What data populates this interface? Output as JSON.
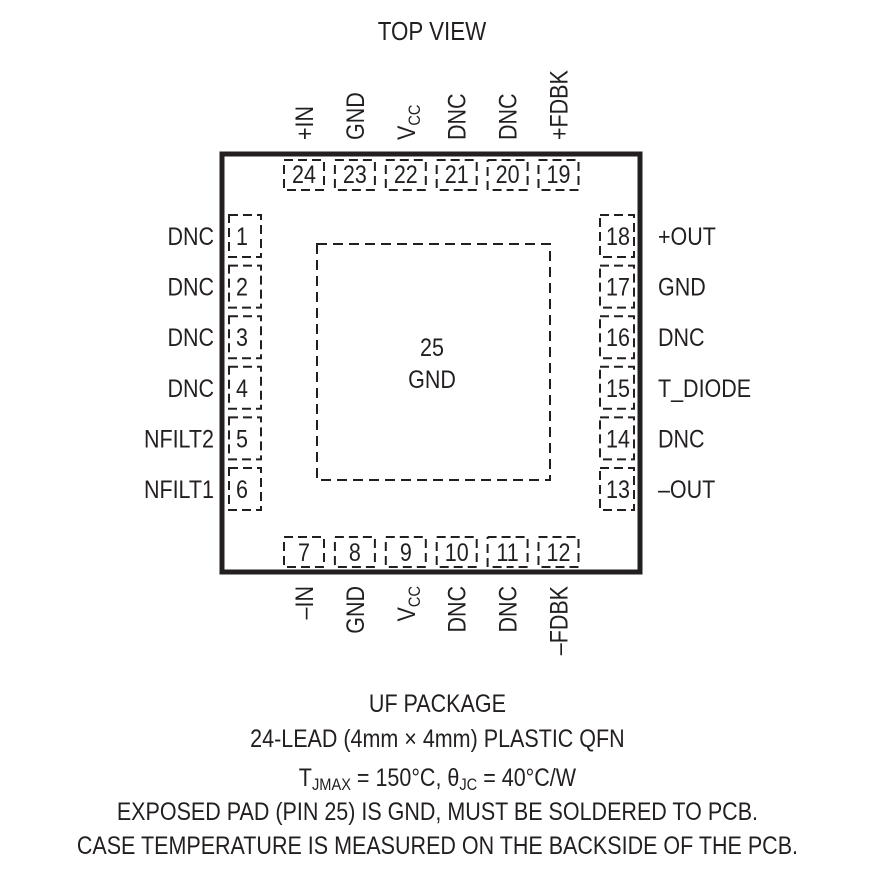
{
  "view_label": "TOP VIEW",
  "exposed_pad": {
    "number": "25",
    "name": "GND"
  },
  "pins": {
    "top": [
      {
        "num": "24",
        "name": "+IN"
      },
      {
        "num": "23",
        "name": "GND"
      },
      {
        "num": "22",
        "name": "V",
        "sub": "CC"
      },
      {
        "num": "21",
        "name": "DNC"
      },
      {
        "num": "20",
        "name": "DNC"
      },
      {
        "num": "19",
        "name": "+FDBK"
      }
    ],
    "left": [
      {
        "num": "1",
        "name": "DNC"
      },
      {
        "num": "2",
        "name": "DNC"
      },
      {
        "num": "3",
        "name": "DNC"
      },
      {
        "num": "4",
        "name": "DNC"
      },
      {
        "num": "5",
        "name": "NFILT2"
      },
      {
        "num": "6",
        "name": "NFILT1"
      }
    ],
    "right": [
      {
        "num": "18",
        "name": "+OUT"
      },
      {
        "num": "17",
        "name": "GND"
      },
      {
        "num": "16",
        "name": "DNC"
      },
      {
        "num": "15",
        "name": "T_DIODE"
      },
      {
        "num": "14",
        "name": "DNC"
      },
      {
        "num": "13",
        "name": "–OUT"
      }
    ],
    "bottom": [
      {
        "num": "7",
        "name": "–IN"
      },
      {
        "num": "8",
        "name": "GND"
      },
      {
        "num": "9",
        "name": "V",
        "sub": "CC"
      },
      {
        "num": "10",
        "name": "DNC"
      },
      {
        "num": "11",
        "name": "DNC"
      },
      {
        "num": "12",
        "name": "–FDBK"
      }
    ]
  },
  "caption": {
    "package": "UF PACKAGE",
    "description": "24-LEAD (4mm × 4mm) PLASTIC QFN",
    "thermal": {
      "t": "T",
      "t_sub": "JMAX",
      "t_val": " = 150°C, ",
      "theta": "θ",
      "theta_sub": "JC",
      "theta_val": " = 40°C/W"
    },
    "note1": "EXPOSED PAD (PIN 25) IS GND, MUST BE SOLDERED TO PCB.",
    "note2": "CASE TEMPERATURE IS MEASURED ON THE BACKSIDE OF THE PCB."
  }
}
